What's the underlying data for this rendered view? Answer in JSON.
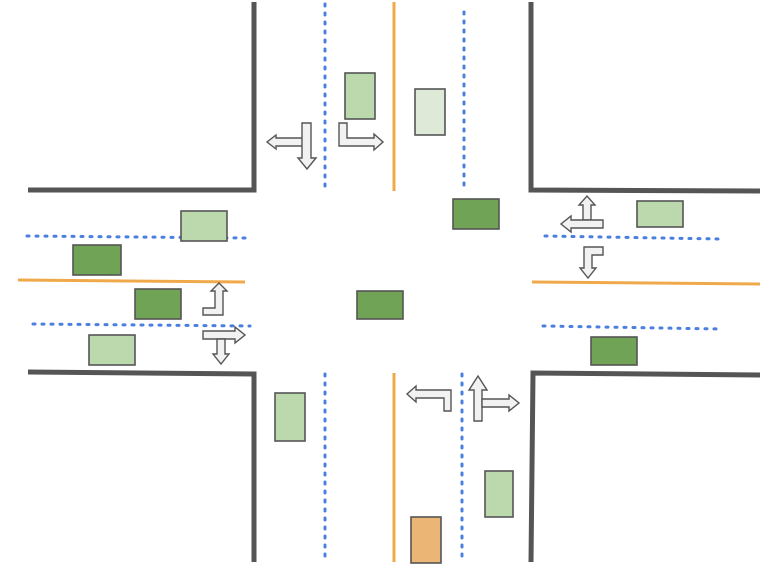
{
  "colors": {
    "background": "#ffffff",
    "curb": "#555555",
    "center_line": "#f0a94a",
    "lane_divider": "#4a7fe0",
    "vehicle_dark": "#70a356",
    "vehicle_medium": "#bcd9ae",
    "vehicle_light": "#dfe9d8",
    "vehicle_orange": "#ebb576",
    "vehicle_stroke": "#555555",
    "arrow_fill": "#f2f2f2",
    "arrow_stroke": "#555555"
  },
  "diagram": {
    "type": "four-way intersection",
    "vehicles": [
      {
        "id": "north-lane-left-car",
        "color": "vehicle_medium"
      },
      {
        "id": "north-lane-right-car",
        "color": "vehicle_light"
      },
      {
        "id": "west-upper-car",
        "color": "vehicle_medium"
      },
      {
        "id": "west-middle-car",
        "color": "vehicle_dark"
      },
      {
        "id": "west-lower-car",
        "color": "vehicle_dark"
      },
      {
        "id": "west-bottom-car",
        "color": "vehicle_medium"
      },
      {
        "id": "center-car",
        "color": "vehicle_dark"
      },
      {
        "id": "junction-car",
        "color": "vehicle_dark"
      },
      {
        "id": "east-upper-car",
        "color": "vehicle_medium"
      },
      {
        "id": "east-lower-car",
        "color": "vehicle_dark"
      },
      {
        "id": "south-left-car",
        "color": "vehicle_medium"
      },
      {
        "id": "south-right-car",
        "color": "vehicle_medium"
      },
      {
        "id": "south-orange-car",
        "color": "vehicle_orange"
      }
    ],
    "lane_arrows": [
      {
        "id": "north-left-down",
        "icon": "left-down-arrow-icon"
      },
      {
        "id": "north-down-right",
        "icon": "down-right-arrow-icon"
      },
      {
        "id": "west-up",
        "icon": "up-turn-arrow-icon"
      },
      {
        "id": "west-right-down",
        "icon": "right-down-arrow-icon"
      },
      {
        "id": "east-up-left",
        "icon": "up-left-arrow-icon"
      },
      {
        "id": "east-down",
        "icon": "down-turn-arrow-icon"
      },
      {
        "id": "south-left",
        "icon": "left-turn-arrow-icon"
      },
      {
        "id": "south-up-right",
        "icon": "up-right-arrow-icon"
      }
    ]
  }
}
